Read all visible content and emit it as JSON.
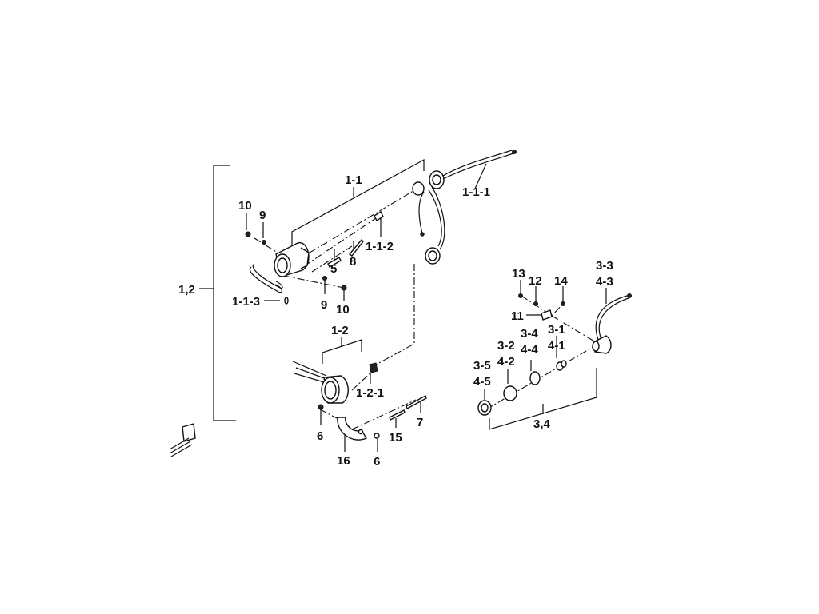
{
  "labels": {
    "l_1_2": "1,2",
    "l_1_1": "1-1",
    "l_1_1_1": "1-1-1",
    "l_1_1_2": "1-1-2",
    "l_1_1_3": "1-1-3",
    "l_1_2b": "1-2",
    "l_1_2_1": "1-2-1",
    "l_10a": "10",
    "l_9a": "9",
    "l_5": "5",
    "l_8": "8",
    "l_9b": "9",
    "l_10b": "10",
    "l_6a": "6",
    "l_16": "16",
    "l_6b": "6",
    "l_15": "15",
    "l_7": "7",
    "l_13": "13",
    "l_12": "12",
    "l_14": "14",
    "l_11": "11",
    "l_3_3": "3-3",
    "l_4_3": "4-3",
    "l_3_4": "3-4",
    "l_4_4": "4-4",
    "l_3_1": "3-1",
    "l_4_1": "4-1",
    "l_3_2": "3-2",
    "l_4_2": "4-2",
    "l_3_5": "3-5",
    "l_4_5": "4-5",
    "l_34": "3,4"
  }
}
